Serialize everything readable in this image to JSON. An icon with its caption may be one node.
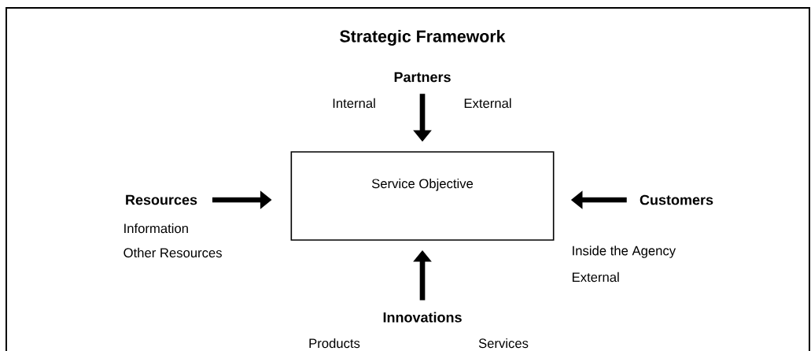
{
  "diagram": {
    "title": "Strategic Framework",
    "nodes": [
      {
        "text": [
          "Service Objective"
        ]
      },
      {
        "text": [
          "Partners"
        ],
        "beside": [
          "Internal",
          "External"
        ]
      },
      {
        "text": [
          "Resources"
        ],
        "beside": [
          "Information",
          "Other Resources"
        ]
      },
      {
        "text": [
          "Customers"
        ],
        "beside": [
          "Inside the Agency",
          "External"
        ]
      },
      {
        "text": [
          "Innovations"
        ]
      }
    ],
    "edges": [
      {
        "from": 1,
        "to": 0,
        "arrow": "to"
      },
      {
        "from": 2,
        "to": 0,
        "arrow": "to"
      },
      {
        "from": 3,
        "to": 0,
        "arrow": "to"
      },
      {
        "from": 4,
        "to": 0,
        "arrow": "to"
      }
    ],
    "labels": [
      "Products",
      "Services"
    ]
  }
}
